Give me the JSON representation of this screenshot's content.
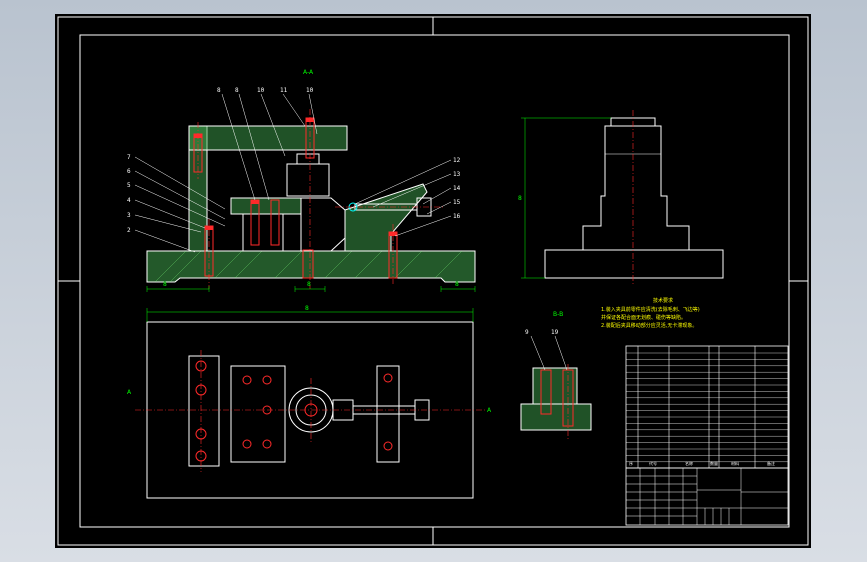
{
  "colors": {
    "background": "#000000",
    "outline": "#ffffff",
    "centerline": "#ff0000",
    "dimension": "#00ff00",
    "section_fill": "#3fa34d",
    "bolt": "#ff2a2a",
    "notes": "#ffff00"
  },
  "front_view": {
    "title": "A-A",
    "balloons": [
      "8",
      "8",
      "10",
      "11",
      "10",
      "7",
      "6",
      "5",
      "4",
      "3",
      "2",
      "12",
      "13",
      "14",
      "15",
      "16"
    ],
    "dim_left": "8",
    "dim_mid": "8",
    "dim_right": "8"
  },
  "side_view": {
    "height_dim": "8"
  },
  "plan_view": {
    "width_dim": "8",
    "left_marker": "A",
    "right_marker": "A"
  },
  "section_view": {
    "title": "B-B",
    "balloons": [
      "9",
      "19"
    ]
  },
  "notes": {
    "title": "技术要求",
    "lines": [
      "1.装入夹具前零件应清洗(去除毛刺、飞边等)",
      "  并保证各配合面无划痕、碰伤等缺陷。",
      "2.装配后夹具移动部分应灵活,无卡滞现象。"
    ]
  },
  "bom": {
    "header": [
      "序",
      "代号",
      "名称",
      "数量",
      "材料",
      "备注"
    ]
  }
}
